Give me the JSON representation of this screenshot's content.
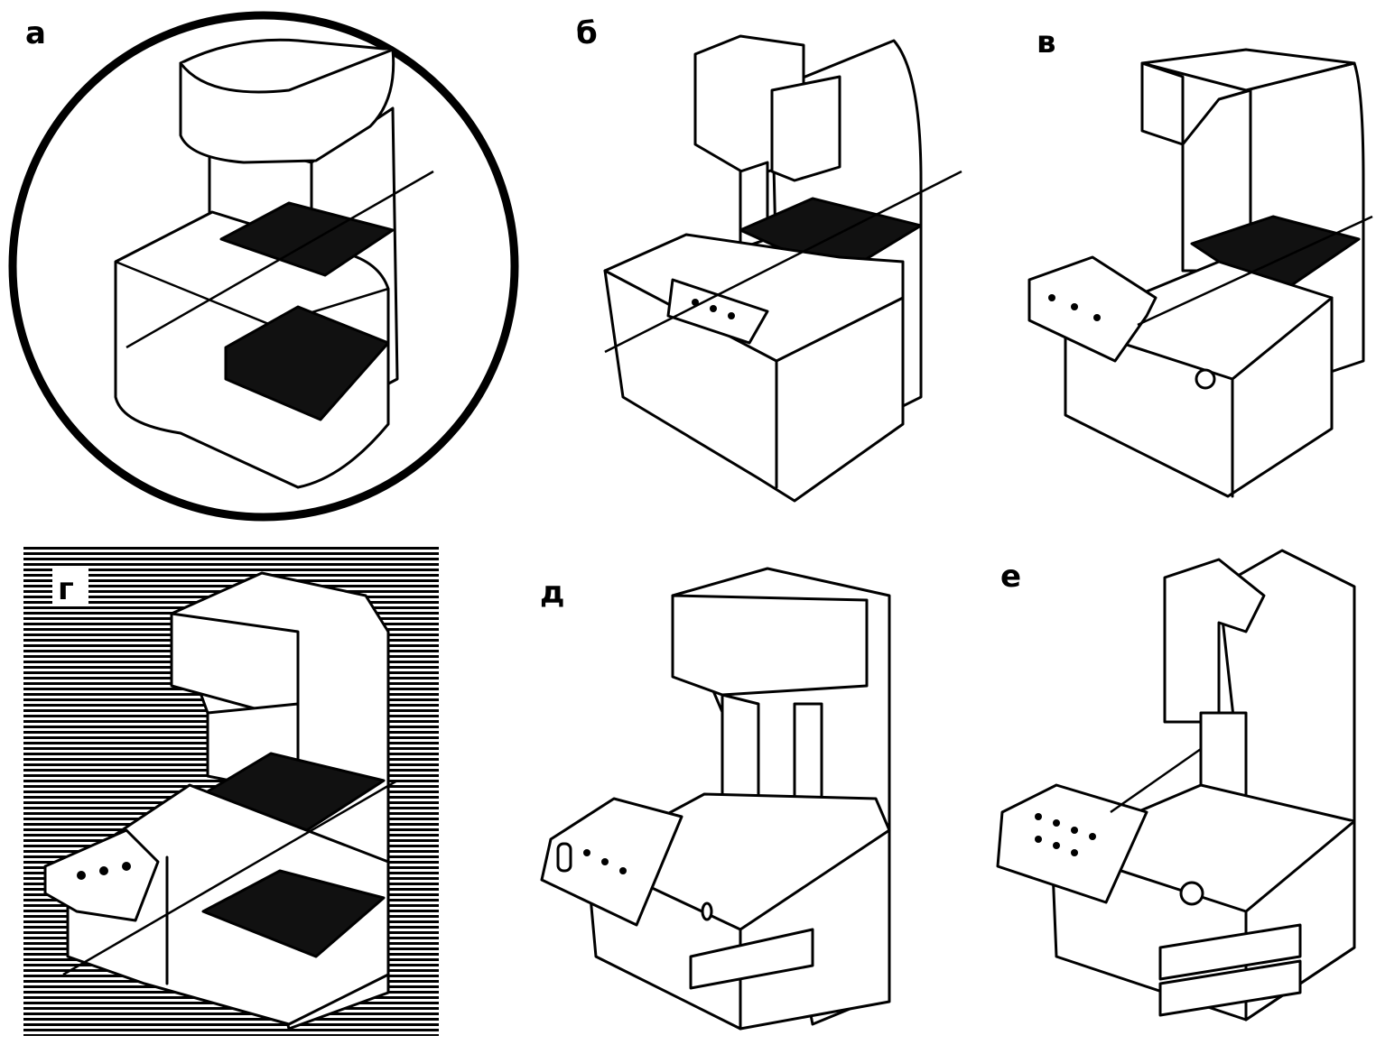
{
  "panels": [
    {
      "id": "a",
      "label": "а"
    },
    {
      "id": "b",
      "label": "б"
    },
    {
      "id": "v",
      "label": "в"
    },
    {
      "id": "g",
      "label": "г"
    },
    {
      "id": "d",
      "label": "д"
    },
    {
      "id": "e",
      "label": "е"
    }
  ],
  "colors": {
    "ink": "#000000",
    "paper": "#ffffff",
    "fill_dark": "#111111"
  }
}
